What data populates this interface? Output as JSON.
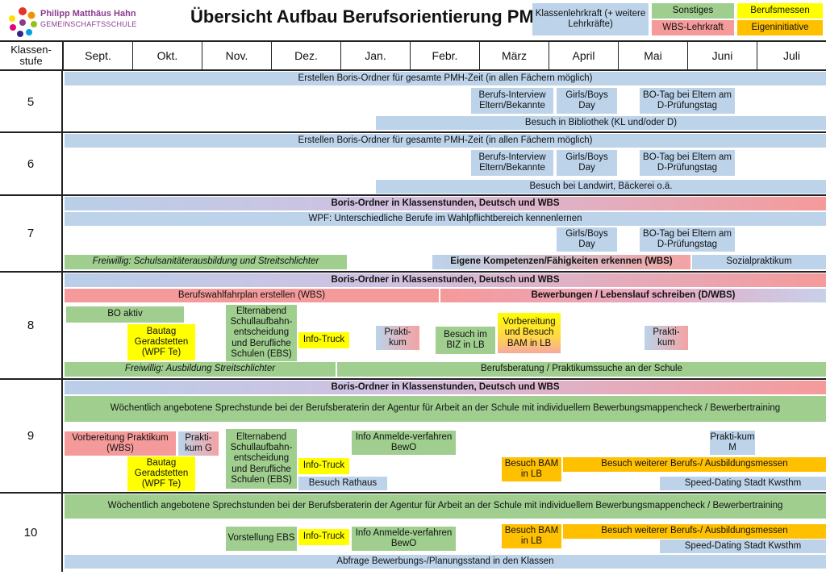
{
  "header": {
    "logo_line1": "Philipp Matthäus Hahn",
    "logo_line2": "GEMEINSCHAFTSSCHULE",
    "title": "Übersicht Aufbau Berufsorientierung PMH"
  },
  "legend": {
    "klassenlehrkraft": "Klassenlehrkraft (+ weitere Lehrkräfte)",
    "sonstiges": "Sonstiges",
    "berufsmessen": "Berufsmessen",
    "wbs_lehrkraft": "WBS-Lehrkraft",
    "eigeninitiative": "Eigeninitiative"
  },
  "columns": {
    "stufe_header": "Klassen-stufe",
    "months": [
      "Sept.",
      "Okt.",
      "Nov.",
      "Dez.",
      "Jan.",
      "Febr.",
      "März",
      "April",
      "Mai",
      "Juni",
      "Juli"
    ]
  },
  "grades": [
    "5",
    "6",
    "7",
    "8",
    "9",
    "10"
  ],
  "g5": {
    "ordner": "Erstellen Boris-Ordner für gesamte PMH-Zeit (in allen Fächern möglich)",
    "interview": "Berufs-Interview Eltern/Bekannte",
    "girlsboys": "Girls/Boys Day",
    "botag": "BO-Tag bei Eltern am D-Prüfungstag",
    "bibliothek": "Besuch in Bibliothek (KL und/oder D)"
  },
  "g6": {
    "ordner": "Erstellen Boris-Ordner für gesamte PMH-Zeit (in allen Fächern möglich)",
    "interview": "Berufs-Interview Eltern/Bekannte",
    "girlsboys": "Girls/Boys Day",
    "botag": "BO-Tag bei Eltern am D-Prüfungstag",
    "landwirt": "Besuch bei Landwirt, Bäckerei o.ä."
  },
  "g7": {
    "ordner": "Boris-Ordner in Klassenstunden, Deutsch und WBS",
    "wpf": "WPF: Unterschiedliche Berufe im Wahlpflichtbereich kennenlernen",
    "girlsboys": "Girls/Boys Day",
    "botag": "BO-Tag bei Eltern am D-Prüfungstag",
    "freiwillig": "Freiwillig: Schulsanitäterausbildung und Streitschlichter",
    "kompetenzen": "Eigene Kompetenzen/Fähigkeiten erkennen (WBS)",
    "sozialpraktikum": "Sozialpraktikum"
  },
  "g8": {
    "ordner": "Boris-Ordner in Klassenstunden, Deutsch und WBS",
    "fahrplan": "Berufswahlfahrplan erstellen (WBS)",
    "bewerbungen": "Bewerbungen / Lebenslauf schreiben (D/WBS)",
    "boaktiv": "BO aktiv",
    "bautag": "Bautag Geradstetten (WPF Te)",
    "elternabend": "Elternabend Schullaufbahn-entscheidung und Berufliche Schulen (EBS)",
    "infotruck": "Info-Truck",
    "praktikum1": "Prakti-kum",
    "biz": "Besuch im BIZ in LB",
    "bam": "Vorbereitung und Besuch BAM in LB",
    "praktikum2": "Prakti-kum",
    "freiwillig": "Freiwillig: Ausbildung Streitschlichter",
    "beratung": "Berufsberatung / Praktikumssuche an der Schule"
  },
  "g9": {
    "ordner": "Boris-Ordner in Klassenstunden, Deutsch und WBS",
    "sprechstunde": "Wöchentlich angebotene Sprechstunde bei der Berufsberaterin der Agentur für Arbeit an der Schule mit individuellem Bewerbungsmappencheck / Bewerbertraining",
    "vorbereitung": "Vorbereitung Praktikum (WBS)",
    "praktikumg": "Prakti-kum G",
    "bautag": "Bautag Geradstetten (WPF Te)",
    "elternabend": "Elternabend Schullaufbahn-entscheidung und Berufliche Schulen (EBS)",
    "infotruck": "Info-Truck",
    "rathaus": "Besuch Rathaus",
    "anmelde": "Info Anmelde-verfahren BewO",
    "bam": "Besuch BAM in LB",
    "praktikumm": "Prakti-kum M",
    "messen": "Besuch weiterer Berufs-/ Ausbildungsmessen",
    "speed": "Speed-Dating Stadt Kwsthm"
  },
  "g10": {
    "sprechstunden": "Wöchentlich angebotene Sprechstunden bei der Berufsberaterin der Agentur für Arbeit an der Schule mit individuellem Bewerbungsmappencheck / Bewerbertraining",
    "vorstellung": "Vorstellung EBS",
    "infotruck": "Info-Truck",
    "anmelde": "Info Anmelde-verfahren BewO",
    "bam": "Besuch BAM in LB",
    "messen": "Besuch weiterer Berufs-/ Ausbildungsmessen",
    "speed": "Speed-Dating Stadt Kwsthm",
    "abfrage": "Abfrage Bewerbungs-/Planungsstand in den Klassen"
  },
  "colors": {
    "klassenlehrkraft": "#bcd3ea",
    "sonstiges": "#9fce8f",
    "berufsmessen": "#ffff00",
    "wbs": "#f59a9a",
    "eigeninitiative": "#ffc000"
  }
}
